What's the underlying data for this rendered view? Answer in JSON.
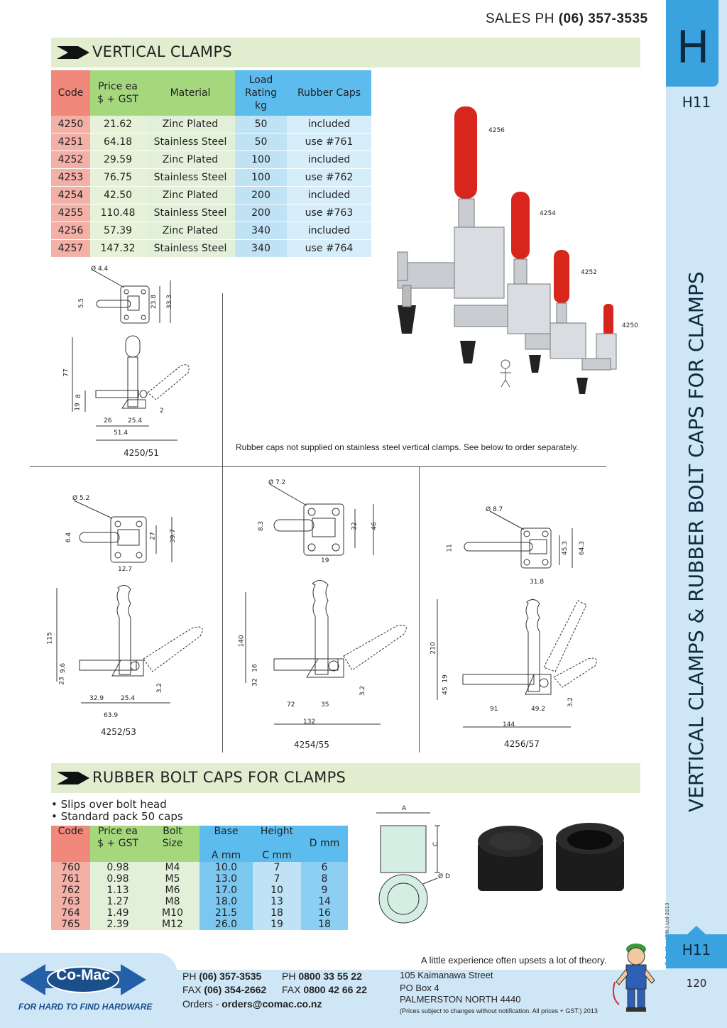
{
  "header": {
    "sales_label": "SALES PH",
    "sales_phone": "(06) 357-3535"
  },
  "tab": {
    "letter": "H",
    "page_code_top": "H11",
    "page_code_bottom": "H11",
    "page_number": "120",
    "side_title": "VERTICAL CLAMPS & RUBBER BOLT CAPS FOR CLAMPS",
    "copyright": "© Co-Mac (P.N.) Ltd 2013"
  },
  "sections": {
    "vertical_clamps": "VERTICAL CLAMPS",
    "rubber_caps": "RUBBER BOLT CAPS FOR CLAMPS"
  },
  "clamp_table": {
    "headers": {
      "code": "Code",
      "price_1": "Price ea",
      "price_2": "$ + GST",
      "material": "Material",
      "load_1": "Load",
      "load_2": "Rating",
      "load_3": "kg",
      "caps": "Rubber Caps"
    },
    "rows": [
      {
        "code": "4250",
        "price": "21.62",
        "material": "Zinc Plated",
        "load": "50",
        "caps": "included"
      },
      {
        "code": "4251",
        "price": "64.18",
        "material": "Stainless Steel",
        "load": "50",
        "caps": "use #761"
      },
      {
        "code": "4252",
        "price": "29.59",
        "material": "Zinc Plated",
        "load": "100",
        "caps": "included"
      },
      {
        "code": "4253",
        "price": "76.75",
        "material": "Stainless Steel",
        "load": "100",
        "caps": "use #762"
      },
      {
        "code": "4254",
        "price": "42.50",
        "material": "Zinc Plated",
        "load": "200",
        "caps": "included"
      },
      {
        "code": "4255",
        "price": "110.48",
        "material": "Stainless Steel",
        "load": "200",
        "caps": "use #763"
      },
      {
        "code": "4256",
        "price": "57.39",
        "material": "Zinc Plated",
        "load": "340",
        "caps": "included"
      },
      {
        "code": "4257",
        "price": "147.32",
        "material": "Stainless Steel",
        "load": "340",
        "caps": "use #764"
      }
    ]
  },
  "photo_labels": {
    "p4256": "4256",
    "p4254": "4254",
    "p4252": "4252",
    "p4250": "4250"
  },
  "rubber_note": "Rubber caps not supplied on stainless steel vertical clamps. See below to order separately.",
  "drawings": {
    "d4250": {
      "caption": "4250/51",
      "dims": {
        "hole": "4.4",
        "slot": "5.5",
        "w1": "23.8",
        "w2": "33.3",
        "h": "77",
        "d1": "19",
        "d2": "8",
        "a": "26",
        "b": "25.4",
        "total": "51.4",
        "t": "2"
      }
    },
    "d4252": {
      "caption": "4252/53",
      "dims": {
        "hole": "5.2",
        "slot": "6.4",
        "w1": "27",
        "w2": "39.7",
        "w3": "12.7",
        "h": "115",
        "d1": "23",
        "d2": "9.6",
        "a": "32.9",
        "b": "25.4",
        "total": "63.9",
        "t": "3.2"
      }
    },
    "d4254": {
      "caption": "4254/55",
      "dims": {
        "hole": "7.2",
        "slot": "8.3",
        "w1": "32",
        "w2": "46",
        "w3": "19",
        "h": "140",
        "d1": "32",
        "d2": "16",
        "a": "72",
        "b": "35",
        "total": "132",
        "t": "3.2"
      }
    },
    "d4256": {
      "caption": "4256/57",
      "dims": {
        "hole": "8.7",
        "slot": "11",
        "w1": "45.3",
        "w2": "64.3",
        "w3": "31.8",
        "h": "210",
        "d1": "45",
        "d2": "19",
        "a": "91",
        "b": "49.2",
        "total": "144",
        "t": "3.2"
      }
    }
  },
  "caps": {
    "bullets": [
      "Slips over bolt head",
      "Standard pack 50 caps"
    ],
    "headers": {
      "code": "Code",
      "price_1": "Price ea",
      "price_2": "$ + GST",
      "bolt_1": "Bolt",
      "bolt_2": "Size",
      "base_1": "Base",
      "base_2": "A mm",
      "height_1": "Height",
      "height_2": "C mm",
      "d": "D mm"
    },
    "rows": [
      {
        "code": "760",
        "price": "0.98",
        "bolt": "M4",
        "base": "10.0",
        "height": "7",
        "d": "6"
      },
      {
        "code": "761",
        "price": "0.98",
        "bolt": "M5",
        "base": "13.0",
        "height": "7",
        "d": "8"
      },
      {
        "code": "762",
        "price": "1.13",
        "bolt": "M6",
        "base": "17.0",
        "height": "10",
        "d": "9"
      },
      {
        "code": "763",
        "price": "1.27",
        "bolt": "M8",
        "base": "18.0",
        "height": "13",
        "d": "14"
      },
      {
        "code": "764",
        "price": "1.49",
        "bolt": "M10",
        "base": "21.5",
        "height": "18",
        "d": "16"
      },
      {
        "code": "765",
        "price": "2.39",
        "bolt": "M12",
        "base": "26.0",
        "height": "19",
        "d": "18"
      }
    ],
    "diagram": {
      "a": "A",
      "c": "C",
      "d": "Ø D"
    }
  },
  "footer": {
    "logo": "Co-Mac",
    "tagline": "FOR HARD TO FIND HARDWARE",
    "ph_label": "PH",
    "ph": "(06) 357-3535",
    "fax_label": "FAX",
    "fax": "(06) 354-2662",
    "ph2_label": "PH",
    "ph2": "0800 33 55 22",
    "fax2_label": "FAX",
    "fax2": "0800 42 66 22",
    "orders_label": "Orders -",
    "orders_email": "orders@comac.co.nz",
    "address_1": "105 Kaimanawa Street",
    "address_2": "PO Box 4",
    "address_3": "PALMERSTON NORTH 4440",
    "price_note": "(Prices subject to changes without notification.  All prices + GST.)  2013",
    "quote": "A little experience often upsets a lot of theory."
  },
  "colors": {
    "tab_blue": "#3aa3df",
    "tab_light": "#cfe6f7",
    "section_green": "#e2edcf",
    "code_red": "#f0887b",
    "header_green": "#a5d87d",
    "header_blue": "#5dbcee",
    "clamp_handle_red": "#d8261c"
  }
}
